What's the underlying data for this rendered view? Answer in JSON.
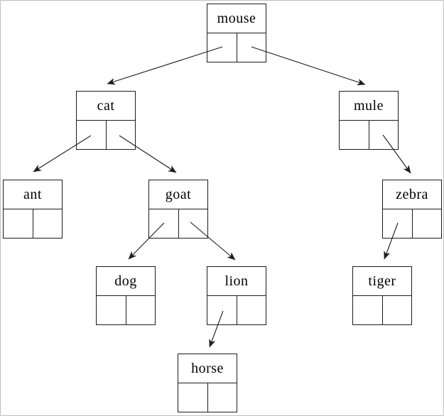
{
  "diagram": {
    "type": "binary-tree",
    "nodes": {
      "mouse": {
        "label": "mouse"
      },
      "cat": {
        "label": "cat"
      },
      "mule": {
        "label": "mule"
      },
      "ant": {
        "label": "ant"
      },
      "goat": {
        "label": "goat"
      },
      "zebra": {
        "label": "zebra"
      },
      "dog": {
        "label": "dog"
      },
      "lion": {
        "label": "lion"
      },
      "tiger": {
        "label": "tiger"
      },
      "horse": {
        "label": "horse"
      }
    },
    "edges": [
      {
        "from": "mouse",
        "pointer": "left",
        "to": "cat"
      },
      {
        "from": "mouse",
        "pointer": "right",
        "to": "mule"
      },
      {
        "from": "cat",
        "pointer": "left",
        "to": "ant"
      },
      {
        "from": "cat",
        "pointer": "right",
        "to": "goat"
      },
      {
        "from": "mule",
        "pointer": "right",
        "to": "zebra"
      },
      {
        "from": "goat",
        "pointer": "left",
        "to": "dog"
      },
      {
        "from": "goat",
        "pointer": "right",
        "to": "lion"
      },
      {
        "from": "zebra",
        "pointer": "left",
        "to": "tiger"
      },
      {
        "from": "lion",
        "pointer": "left",
        "to": "horse"
      }
    ],
    "colors": {
      "line": "#1c1c1c",
      "text": "#000000",
      "background": "#ffffff",
      "page_border": "#bdbdbd"
    }
  }
}
